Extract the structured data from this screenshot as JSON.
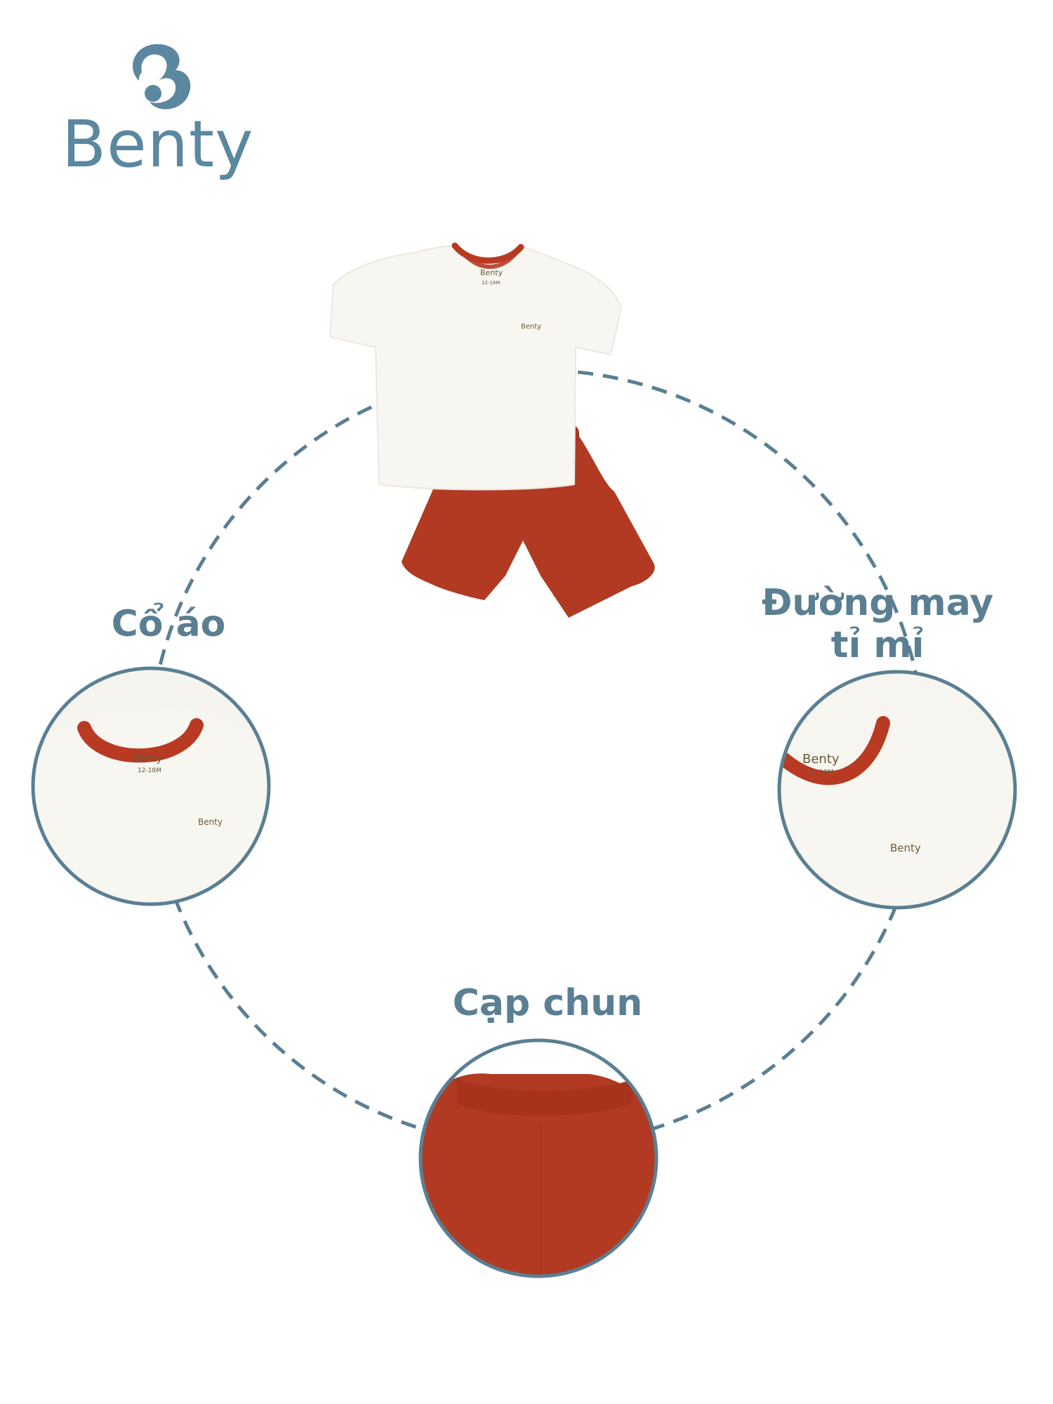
{
  "brand": {
    "name": "Benty",
    "logo_icon": "baby-curl-logo-icon",
    "color": "#5b87a0"
  },
  "product": {
    "shirt_chest_print": "Benty",
    "shirt_neck_label": "Benty",
    "shirt_size_label": "12-18M",
    "shirt_color": "#f8f6f0",
    "trim_color": "#b83a22",
    "shorts_color": "#b23a23"
  },
  "features": {
    "collar": {
      "label": "Cổ áo",
      "icon": "collar-zoom-icon"
    },
    "stitching": {
      "line1": "Đường may",
      "line2": "tỉ mỉ",
      "icon": "stitching-zoom-icon"
    },
    "waistband": {
      "label": "Cạp chun",
      "icon": "waistband-zoom-icon"
    }
  },
  "accent_color": "#5a7f93"
}
